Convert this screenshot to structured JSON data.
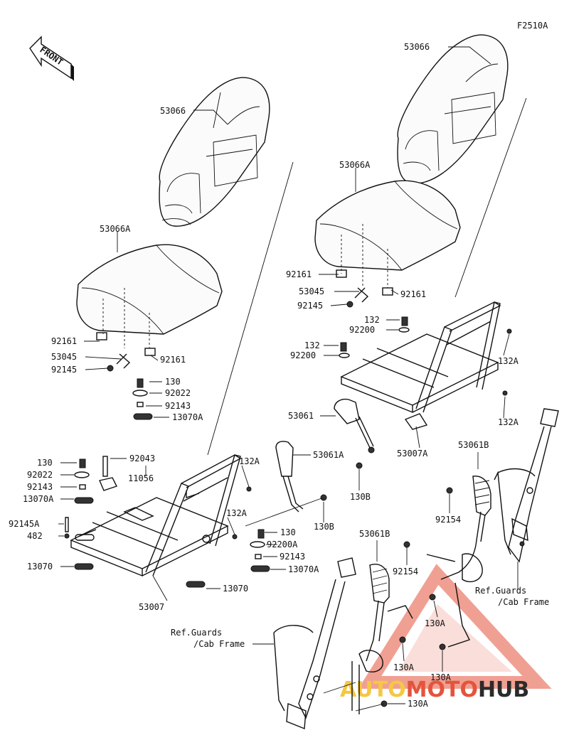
{
  "figure_code": "F2510A",
  "front_label": "FRONT",
  "parts": {
    "backrest_left": "53066",
    "backrest_right": "53066",
    "cushion_left": "53066A",
    "cushion_right": "53066A",
    "bracket_l1": "92161",
    "bracket_l2": "92161",
    "bracket_r1": "92161",
    "bracket_r2": "92161",
    "latch_left": "53045",
    "latch_right": "53045",
    "spring_left": "92145",
    "spring_right": "92145",
    "bolt_130_a": "130",
    "bolt_130_b": "130",
    "bolt_130_c": "130",
    "washer_92022_a": "92022",
    "washer_92022_b": "92022",
    "nut_92143_a": "92143",
    "nut_92143_b": "92143",
    "nut_92143_c": "92143",
    "rubber_13070A_a": "13070A",
    "rubber_13070A_b": "13070A",
    "rubber_13070A_c": "13070A",
    "rubber_13070_a": "13070",
    "rubber_13070_b": "13070",
    "pin_92043": "92043",
    "lever_11056": "11056",
    "spring_92145A": "92145A",
    "pin_482": "482",
    "frame_left": "53007",
    "frame_right": "53007A",
    "bolt_132A_a": "132A",
    "bolt_132A_b": "132A",
    "bolt_132A_c": "132A",
    "bolt_132A_d": "132A",
    "bolt_132_a": "132",
    "bolt_132_b": "132",
    "washer_92200_a": "92200",
    "washer_92200_b": "92200",
    "washer_92200A": "92200A",
    "buckle_53061": "53061",
    "buckle_53061A": "53061A",
    "bolt_130B_a": "130B",
    "bolt_130B_b": "130B",
    "belt_53061B_a": "53061B",
    "belt_53061B_b": "53061B",
    "clip_92154_a": "92154",
    "clip_92154_b": "92154",
    "bolt_130A_a": "130A",
    "bolt_130A_b": "130A",
    "bolt_130A_c": "130A",
    "bolt_130A_d": "130A"
  },
  "references": {
    "ref_right_1": "Ref.Guards",
    "ref_right_2": "/Cab Frame",
    "ref_left_1": "Ref.Guards",
    "ref_left_2": "/Cab Frame"
  },
  "watermark": {
    "part1": "AUTO",
    "part2": "MOTO",
    "part3": "HUB",
    "color_auto": "#f5c842",
    "color_moto": "#e4543c",
    "color_hub": "#2b2b2b",
    "triangle_color": "#e4543c"
  }
}
